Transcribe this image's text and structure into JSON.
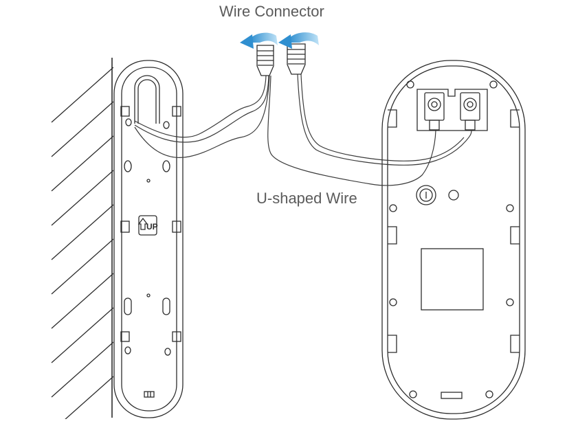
{
  "labels": {
    "wire_connector": "Wire Connector",
    "u_shaped_wire": "U-shaped Wire",
    "up_mark": "UP"
  },
  "colors": {
    "arrow": "#3b9fd8",
    "line": "#2c2c2c",
    "label_text": "#5b5b5b"
  },
  "icons": {
    "rotation_arrow": "rotate-left-arrow-icon",
    "up_arrow": "up-arrow-icon"
  }
}
